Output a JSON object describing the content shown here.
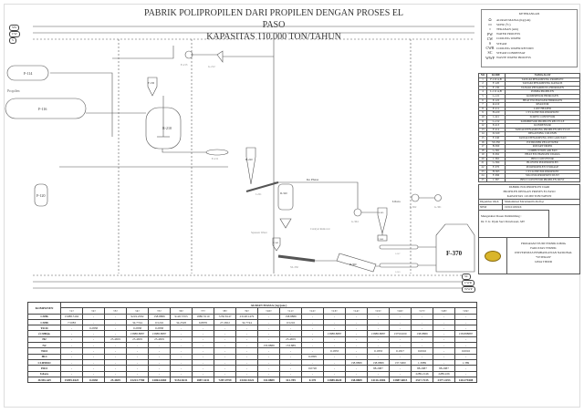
{
  "title": {
    "line1": "PABRIK POLIPROPILEN DARI PROPILEN DENGAN PROSES EL PASO",
    "line2": "KAPASITAS 110.000 TON/TAHUN"
  },
  "utility_lines": [
    "SW",
    "CW",
    "S"
  ],
  "utility_lines_right": [
    "SC",
    "CWR",
    "WWP"
  ],
  "legend": {
    "title": "KETERANGAN",
    "items": [
      {
        "sym": "⬭",
        "label": "ALIRAN MASSA (Kg/jam)"
      },
      {
        "sym": "▭",
        "label": "SUHU (°C)"
      },
      {
        "sym": "○",
        "label": "TEKANAN (atm)"
      },
      {
        "sym": "PW",
        "label": "WATER PROCESS"
      },
      {
        "sym": "CW",
        "label": "COOLING WATER"
      },
      {
        "sym": "S",
        "label": "STEAM"
      },
      {
        "sym": "CWR",
        "label": "COOLING WATER RETURN"
      },
      {
        "sym": "SC",
        "label": "STEAM CONDENSAT"
      },
      {
        "sym": "WWP",
        "label": "WASTE WATER PROCESS"
      }
    ]
  },
  "equipment_list": {
    "headers": [
      "NO",
      "KODE",
      "NAMA ALAT"
    ],
    "rows": [
      [
        "1",
        "F-110 A,B",
        "TANGKI PENAMPUNG PROPILEN"
      ],
      [
        "2",
        "F-120",
        "TANGKI PENAMPUNG KATALIS"
      ],
      [
        "3",
        "F-130",
        "TANGKI PENAMPUNG HIDROGEN"
      ],
      [
        "4",
        "L-111 A,B",
        "POMPA PROPILEN"
      ],
      [
        "5",
        "G-121",
        "KOMPRESOR HIDROGEN"
      ],
      [
        "6",
        "E-122",
        "HEAT EXCHANGER HIDROGEN"
      ],
      [
        "7",
        "R-210",
        "REAKTOR"
      ],
      [
        "8",
        "E-211",
        "LOW HEATER"
      ],
      [
        "9",
        "H-220",
        "CYCLONE POLIPROPILEN"
      ],
      [
        "10",
        "J-221",
        "SCREW CONVEYOR"
      ],
      [
        "11",
        "G-212",
        "KOMPRESOR PROPILEN RECYCLE"
      ],
      [
        "12",
        "E-213",
        "KONDENSOR"
      ],
      [
        "13",
        "F-214",
        "TANGKI PENAMPUNG PROPILEN RECYCLE"
      ],
      [
        "14",
        "D-320",
        "DEGASSING COLUMN"
      ],
      [
        "15",
        "F-340",
        "TANGKI PENAMPUNG 2ND LARUTAN"
      ],
      [
        "16",
        "SS-350",
        "EXTRUDER PELLETIZER"
      ],
      [
        "17",
        "B-360",
        "ROTARY DRIER"
      ],
      [
        "18",
        "G-361",
        "COMBUSTION AIR FAN"
      ],
      [
        "19",
        "E-362",
        "HEAT EXCHANGER UDARA"
      ],
      [
        "20",
        "J-363",
        "BELT CONVEYOR"
      ],
      [
        "21",
        "G-364",
        "BLOWER POLIPROPILEN"
      ],
      [
        "22",
        "F-370",
        "POLIPROPILEN STORAGE"
      ],
      [
        "23",
        "H-365",
        "CYCLONE POLIPROPILEN"
      ],
      [
        "24",
        "F-366",
        "SILO POLIPROPILEN DUST"
      ],
      [
        "25",
        "J-367",
        "BELT CONVEYOR PROPILEN DUST"
      ]
    ]
  },
  "title_block": {
    "project1": "PABRIK POLIPROPILEN DARI",
    "project2": "PROPILEN DENGAN PROSES EL PASO",
    "project3": "KAPASITAS 110.000 TON/TAHUN",
    "drawn_by_label": "Digambar Oleh",
    "drawn_by": "Muhammad Ma'amunillo Rofiqi",
    "npm_label": "NPM",
    "npm": "1931010XXX",
    "advisor_label": "Mengetahui Dosen Pembimbing :",
    "advisor": "Dr. T. Ir. Dyah Suci Perwitasari, MT",
    "uni1": "PROGRAM STUDI TEKNIK KIMIA",
    "uni2": "FAKULTAS TEKNIK",
    "uni3": "UNIVERSITAS PEMBANGUNAN NASIONAL",
    "uni4": "\"VETERAN\"",
    "uni5": "JAWA TIMUR"
  },
  "equipment_labels": {
    "f114": "F-114",
    "f116": "F-116",
    "f120": "F-120",
    "f130": "F-130",
    "r210": "R-210",
    "e213": "E-213",
    "g212": "G-212",
    "e211": "E-211",
    "h220": "H-220",
    "j221": "J-221",
    "d320": "D-320",
    "f340": "F-340",
    "ss350": "SS-350",
    "b360": "B-360",
    "h365": "H-365",
    "f366": "F-366",
    "g364": "G-364",
    "e362": "E-362",
    "g361": "G-361",
    "j363": "J-363",
    "j367": "J-367",
    "f370": "F-370",
    "propilen": "Propilen",
    "tiphase": "Ke Phase",
    "udara": "Udara",
    "catalyst": "Catalyst Removal",
    "sq": "Squeeze Water"
  },
  "mass_balance": {
    "title": "ALIRAN MASSA ( kg/jam )",
    "komponen": "KOMPONEN",
    "streams": [
      "<1>",
      "<2>",
      "<3>",
      "<4>",
      "<5>",
      "<6>",
      "<7>",
      "<8>",
      "<9>",
      "<10>",
      "<11>",
      "<12>",
      "<13>",
      "<14>",
      "<15>",
      "<16>",
      "<17>",
      "<18>",
      "<19>"
    ],
    "rows": [
      {
        "name": "C3H6",
        "values": [
          "15088.5162",
          "-",
          "-",
          "9219.2582",
          "158.8889",
          "9120.5703",
          "1880.5510",
          "7250.8147",
          "23148.1479",
          "-",
          "158.8889",
          "-",
          "-",
          "-",
          "-",
          "-",
          "-",
          "-",
          "-"
        ]
      },
      {
        "name": "C3H8",
        "values": [
          "7.5083",
          "-",
          "-",
          "34.7744",
          "0.5216",
          "34.2528",
          "6.8876",
          "27.2652",
          "34.7744",
          "-",
          "0.5216",
          "-",
          "-",
          "-",
          "-",
          "-",
          "-",
          "-",
          "-"
        ]
      },
      {
        "name": "TiCl4",
        "values": [
          "-",
          "0.2838",
          "-",
          "0.2838",
          "0.2838",
          "-",
          "-",
          "-",
          "-",
          "-",
          "-",
          "-",
          "-",
          "-",
          "-",
          "-",
          "-",
          "-",
          "-"
        ]
      },
      {
        "name": "(C3H6)n",
        "values": [
          "-",
          "-",
          "-",
          "13888.8887",
          "13888.8887",
          "-",
          "-",
          "-",
          "-",
          "-",
          "-",
          "-",
          "13888.8887",
          "-",
          "13888.8887",
          "13750.000",
          "138.8889",
          "-",
          "138.888887"
        ]
      },
      {
        "name": "H2",
        "values": [
          "-",
          "-",
          "25.4659",
          "25.4659",
          "25.4659",
          "-",
          "-",
          "-",
          "-",
          "-",
          "25.4659",
          "-",
          "-",
          "-",
          "-",
          "-",
          "-",
          "-",
          "-"
        ]
      },
      {
        "name": "N2",
        "values": [
          "-",
          "-",
          "-",
          "-",
          "-",
          "-",
          "-",
          "-",
          "-",
          "133.8889",
          "133.889",
          "-",
          "-",
          "-",
          "-",
          "-",
          "-",
          "-",
          "-"
        ]
      },
      {
        "name": "TiO2",
        "values": [
          "-",
          "-",
          "-",
          "-",
          "-",
          "-",
          "-",
          "-",
          "-",
          "-",
          "-",
          "-",
          "0.1833",
          "-",
          "0.1833",
          "0.1817",
          "0.0016",
          "-",
          "0.0016"
        ]
      },
      {
        "name": "HCl",
        "values": [
          "-",
          "-",
          "-",
          "-",
          "-",
          "-",
          "-",
          "-",
          "-",
          "-",
          "-",
          "0.2895",
          "-",
          "-",
          "-",
          "-",
          "-",
          "-",
          "-"
        ]
      },
      {
        "name": "C14H30O",
        "values": [
          "-",
          "-",
          "-",
          "-",
          "-",
          "-",
          "-",
          "-",
          "-",
          "-",
          "-",
          "-",
          "-",
          "138.8889",
          "138.8889",
          "137.5000",
          "1.3889",
          "-",
          "1.389"
        ]
      },
      {
        "name": "H2O",
        "values": [
          "-",
          "-",
          "-",
          "-",
          "-",
          "-",
          "-",
          "-",
          "-",
          "-",
          "-",
          "0.0720",
          "-",
          "-",
          "88.2987",
          "-",
          "88.2987",
          "88.2987",
          "-"
        ]
      },
      {
        "name": "Udara",
        "values": [
          "-",
          "-",
          "-",
          "-",
          "-",
          "-",
          "-",
          "-",
          "-",
          "-",
          "-",
          "-",
          "-",
          "-",
          "-",
          "-",
          "2289.2146",
          "2289.226",
          "-"
        ]
      },
      {
        "name": "JUMLAH",
        "values": [
          "15095.0423",
          "0.2838",
          "25.4659",
          "23223.7780",
          "14064.0469",
          "9154.8231",
          "1887.3431",
          "7287.0799",
          "23182.9222",
          "133.8889",
          "312.789",
          "0.370",
          "13889.0620",
          "138.8889",
          "14116.1806",
          "13887.6815",
          "2517.7235",
          "2377.4193",
          "140.279408"
        ]
      }
    ]
  }
}
